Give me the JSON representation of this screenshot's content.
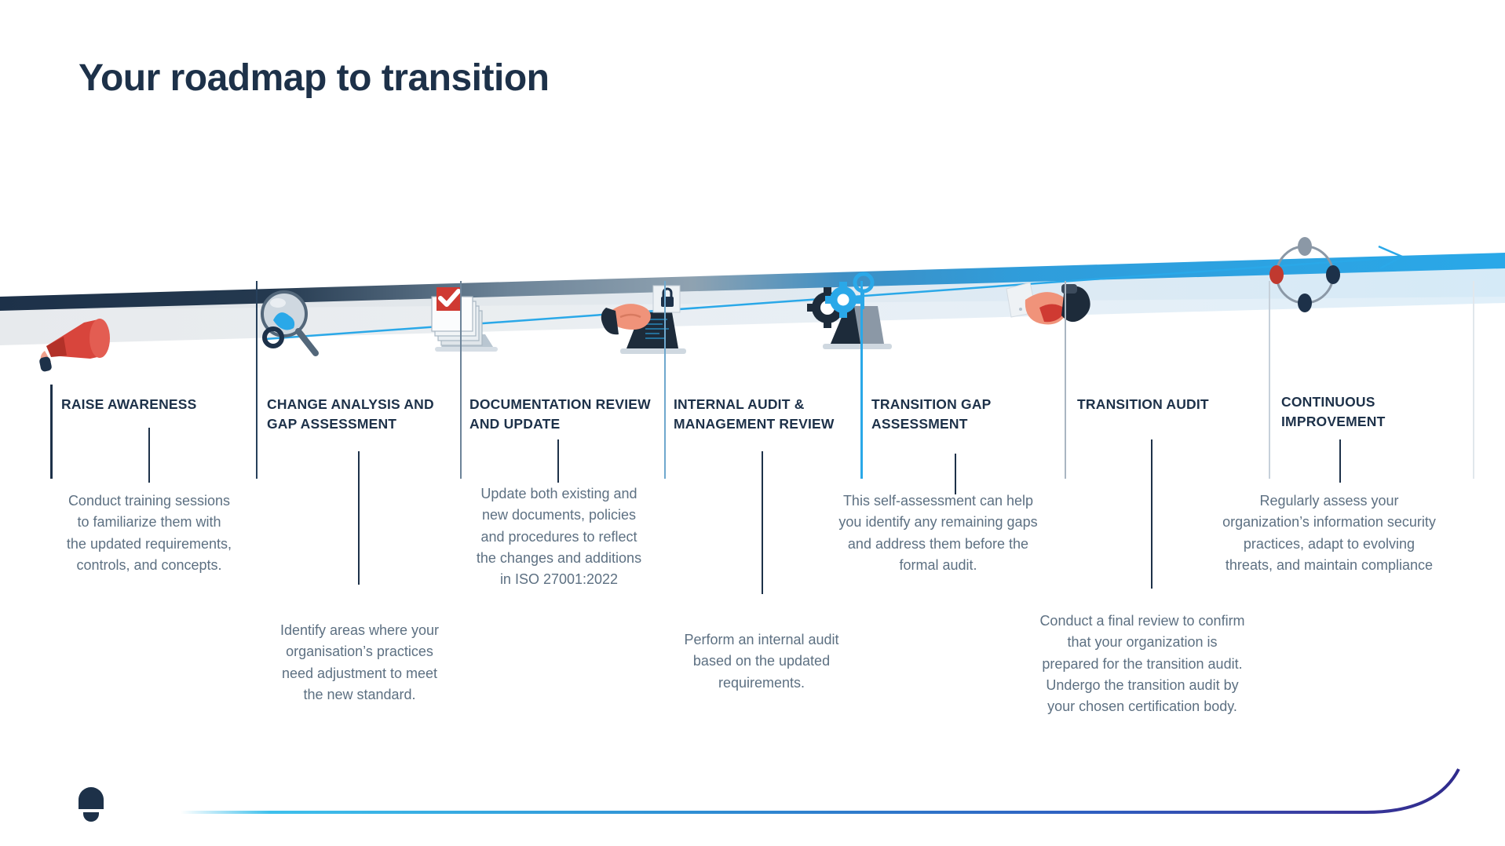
{
  "header": {
    "title": "Your roadmap to transition"
  },
  "colors": {
    "navy": "#1d3149",
    "body_text": "#5d7082",
    "accent_blue": "#2aa8e8",
    "slate": "#8b98a6",
    "red": "#d8453c",
    "purple": "#3b3a9e"
  },
  "roadmap": {
    "steps": [
      {
        "id": "raise-awareness",
        "label": "RAISE AWARENESS",
        "icon": "megaphone-icon",
        "description": "Conduct training sessions\nto familiarize them with\nthe updated requirements,\ncontrols, and concepts.",
        "position": "above",
        "divider_color": "#1d3149"
      },
      {
        "id": "change-analysis-and-gap-assessment",
        "label": "CHANGE ANALYSIS AND\nGAP ASSESSMENT",
        "icon": "magnifying-glass-icon",
        "description": "Identify areas where your\norganisation’s practices\nneed adjustment to meet\nthe new standard.",
        "position": "below",
        "divider_color": "#27405b"
      },
      {
        "id": "documentation-review-and-update",
        "label": "DOCUMENTATION\nREVIEW AND UPDATE",
        "icon": "documents-checkmark-icon",
        "description": "Update both existing and\nnew documents, policies\nand procedures to reflect\nthe changes and additions\nin ISO 27001:2022",
        "position": "above",
        "divider_color": "#6d8499"
      },
      {
        "id": "internal-audit-and-management-review",
        "label": "INTERNAL AUDIT &\nMANAGEMENT REVIEW",
        "icon": "laptop-lock-icon",
        "description": "Perform an internal audit\nbased on the updated\nrequirements.",
        "position": "below",
        "divider_color": "#6fa8cd"
      },
      {
        "id": "transition-gap-assessment",
        "label": "TRANSITION GAP\nASSESSMENT",
        "icon": "gears-laptop-icon",
        "description": "This self-assessment can help\nyou identify any remaining gaps\nand address them before the\nformal audit.",
        "position": "above",
        "divider_color": "#2aa8e8"
      },
      {
        "id": "transition-audit",
        "label": "TRANSITION AUDIT",
        "icon": "handshake-icon",
        "description": "Conduct a final review to confirm\nthat your organization is\nprepared for the transition audit.\nUndergo the transition audit by\nyour chosen certification body.",
        "position": "below",
        "divider_color": "#aab6c2"
      },
      {
        "id": "continuous-improvement",
        "label": "CONTINUOUS\nIMPROVEMENT",
        "icon": "cycle-circle-icon",
        "description": "Regularly assess your\norganization’s information security\npractices, adapt to evolving\nthreats, and maintain compliance",
        "position": "above",
        "divider_color": "#c6d0da"
      }
    ]
  },
  "footer": {
    "logo": "brand-logo-mark"
  }
}
